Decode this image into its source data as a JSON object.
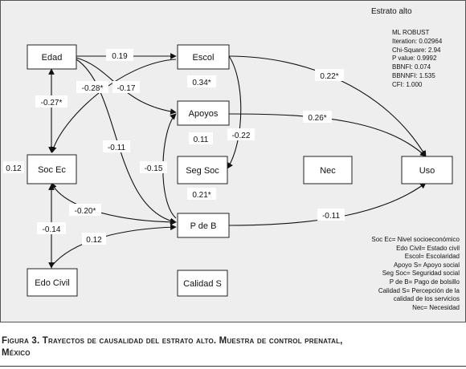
{
  "panel_title": "Estrato alto",
  "fit_stats": {
    "method": "ML ROBUST",
    "lines": [
      "Iteration: 0.02964",
      "Chi-Square: 2.94",
      "P value: 0.9992",
      "BBNFI: 0.074",
      "BBNNFI: 1.535",
      "CFI: 1.000"
    ]
  },
  "nodes": {
    "edad": "Edad",
    "soc_ec": "Soc Ec",
    "edo_civil": "Edo Civil",
    "escol": "Escol",
    "apoyos": "Apoyos",
    "seg_soc": "Seg Soc",
    "p_de_b": "P de B",
    "calidad_s": "Calidad S",
    "nec": "Nec",
    "uso": "Uso"
  },
  "coefficients": {
    "edad_escol": "0.19",
    "escol_edad_cross": "-0.28*",
    "edad_apoyos": "-0.17",
    "edad_soc_ec": "-0.27*",
    "edad_p_de_b": "-0.11",
    "soc_ec_residual": "0.12",
    "escol_r2": "0.34*",
    "apoyos_r2": "0.11",
    "seg_soc_r2": "0.21*",
    "escol_seg_soc": "-0.22",
    "apoyos_p_de_b": "-0.15",
    "escol_uso": "0.22*",
    "apoyos_uso": "0.26*",
    "p_de_b_uso": "-0.11",
    "soc_ec_p_de_b": "-0.20*",
    "soc_ec_edo_civil": "-0.14",
    "edo_civil_p_de_b": "0.12"
  },
  "legend": [
    "Soc Ec= Nivel socioeconómico",
    "Edo Civil= Estado civil",
    "Escol= Escolaridad",
    "Apoyo S= Apoyo social",
    "Seg Soc= Seguridad social",
    "P de B= Pago de bolsillo",
    "Calidad S= Percepción de la",
    "calidad de los servicios",
    "Nec= Necesidad"
  ],
  "caption": {
    "line1": "Figura 3. Trayectos de causalidad del estrato alto. Muestra de control prenatal,",
    "line2": "México"
  }
}
